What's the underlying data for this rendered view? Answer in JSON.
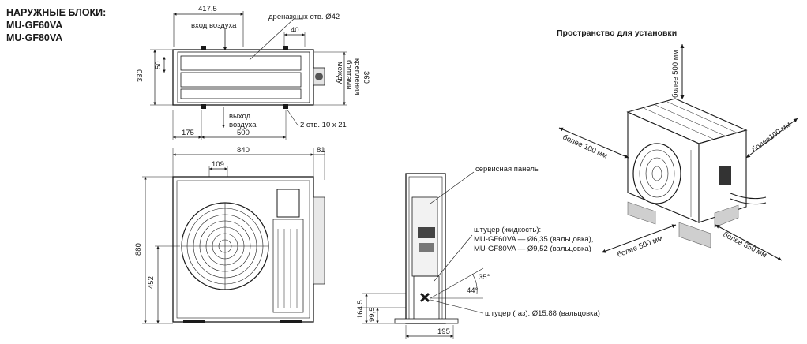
{
  "header": {
    "title_line1": "НАРУЖНЫЕ БЛОКИ:",
    "title_line2": "MU-GF60VA",
    "title_line3": "MU-GF80VA"
  },
  "top_view": {
    "dim_width_top": "417,5",
    "dim_drain_offset": "40",
    "dim_depth": "330",
    "dim_inner": "50",
    "dim_left": "175",
    "dim_center": "500",
    "label_air_in": "вход воздуха",
    "label_drain": "дренажных отв. Ø42",
    "label_air_out_1": "выход",
    "label_air_out_2": "воздуха",
    "label_holes": "2 отв. 10 x 21",
    "label_bolts_1": "между",
    "label_bolts_2": "болтами",
    "label_bolts_3": "крепления",
    "label_bolts_4": "360"
  },
  "front_view": {
    "dim_width": "840",
    "dim_side": "81",
    "dim_offset": "109",
    "dim_height": "880",
    "dim_center": "452"
  },
  "side_view": {
    "label_service_panel": "сервисная панель",
    "label_liquid_1": "штуцер (жидкость):",
    "label_liquid_2": "MU-GF60VA — Ø6,35 (вальцовка),",
    "label_liquid_3": "MU-GF80VA — Ø9,52 (вальцовка)",
    "label_gas": "штуцер (газ): Ø15.88 (вальцовка)",
    "dim_164": "164,5",
    "dim_99": "99,5",
    "dim_195": "195",
    "angle_35": "35°",
    "angle_44": "44°"
  },
  "install_space": {
    "title": "Пространство для установки",
    "top": "более 500 мм",
    "left": "более 100 мм",
    "right": "более100 мм",
    "front": "более 500 мм",
    "back": "более 350 мм"
  },
  "colors": {
    "line": "#1a1a1a",
    "unit_fill": "#ffffff",
    "shade": "#cfcfcf"
  }
}
